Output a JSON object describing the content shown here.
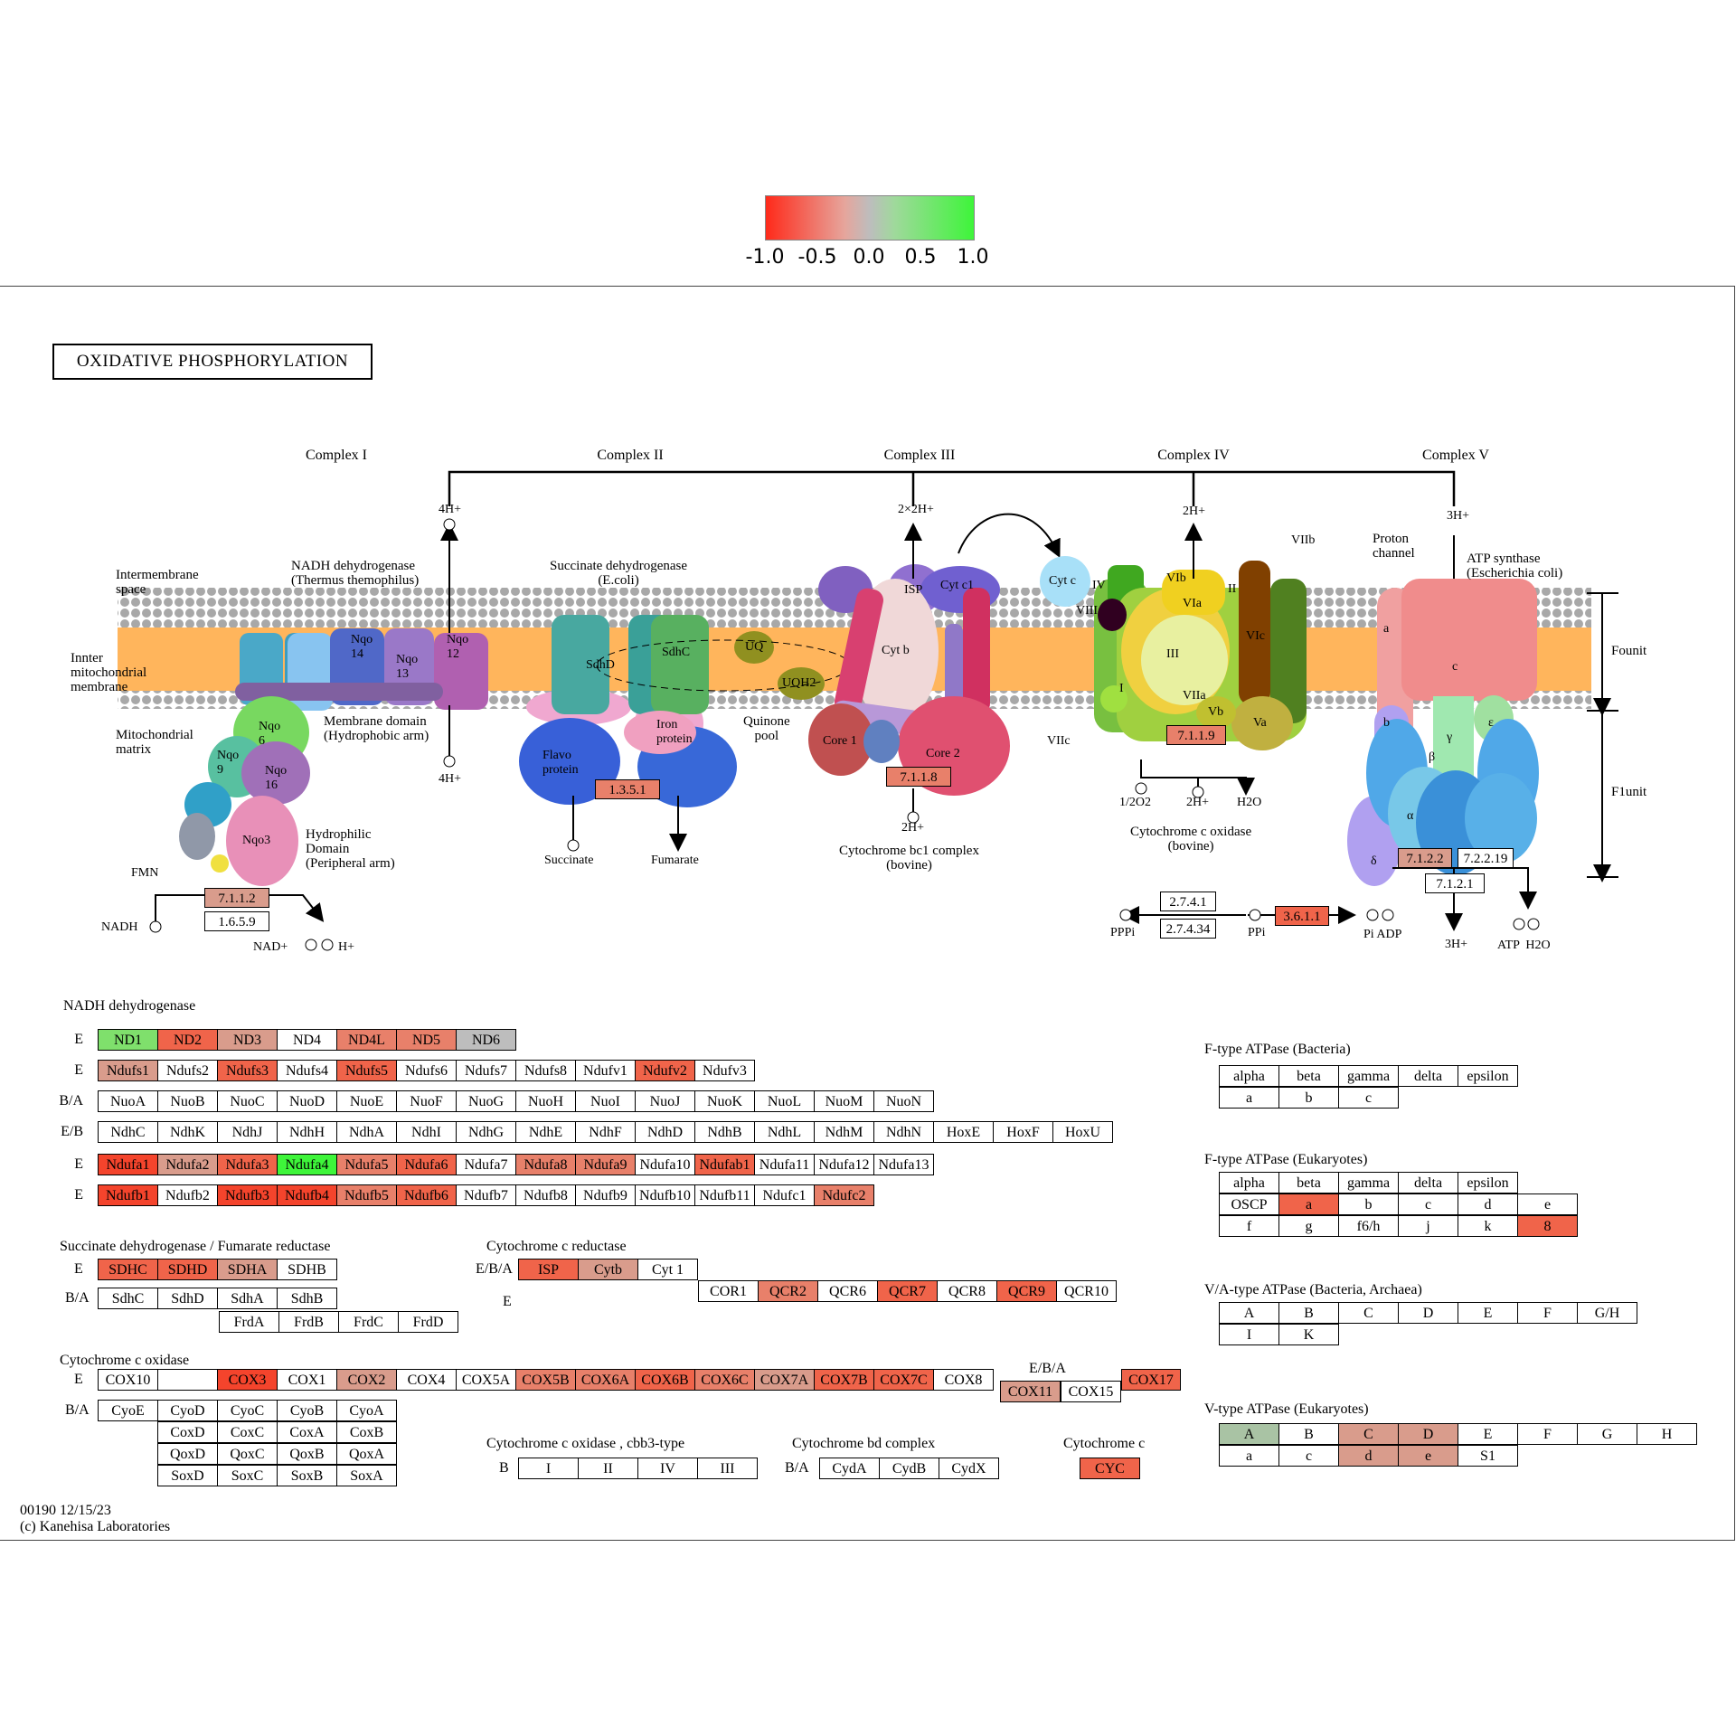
{
  "colors": {
    "strong_down": "#f4442c",
    "down": "#f0644a",
    "mild_down": "#e8806a",
    "weak_down": "#d99c8c",
    "neutral": "#bdbdbd",
    "weak_up": "#a9c3a4",
    "up": "#7fe06c",
    "strong_up": "#3ef53a",
    "none": "#ffffff"
  },
  "legend": {
    "ticks": [
      "-1.0",
      "-0.5",
      "0.0",
      "0.5",
      "1.0"
    ]
  },
  "title": "OXIDATIVE  PHOSPHORYLATION",
  "complexes": [
    "Complex I",
    "Complex II",
    "Complex III",
    "Complex IV",
    "Complex V"
  ],
  "diagram_labels": {
    "intermembrane": "Intermembrane\nspace",
    "inner_membrane": "Innter\nmitochondrial\nmembrane",
    "matrix": "Mitochondrial\nmatrix",
    "nadh_dehydrogenase": "NADH dehydrogenase\n(Thermus themophilus)",
    "membrane_domain": "Membrane domain\n(Hydrophobic arm)",
    "hydrophilic": "Hydrophilic\nDomain\n(Peripheral arm)",
    "succinate_dh": "Succinate dehydrogenase\n(E.coli)",
    "quinone_pool": "Quinone\npool",
    "cyt_bc1": "Cytochrome bc1 complex\n(bovine)",
    "cyt_c_oxidase": "Cytochrome c oxidase\n(bovine)",
    "proton_channel": "Proton\nchannel",
    "atp_synthase": "ATP synthase\n(Escherichia coli)",
    "fo_unit": "Founit",
    "f1_unit": "F1unit"
  },
  "diagram_small": {
    "h4": "4H+",
    "h4b": "4H+",
    "h2x2": "2×2H+",
    "h2": "2H+",
    "h3": "3H+",
    "h2b": "2H+",
    "h2c": "2H+",
    "h3b": "3H+",
    "fmn": "FMN",
    "nadh": "NADH",
    "nad": "NAD+",
    "h": "H+",
    "succinate": "Succinate",
    "fumarate": "Fumarate",
    "uq": "UQ",
    "uqh2": "UQH2",
    "o2": "1/2O2",
    "h2o": "H2O",
    "pppi": "PPPi",
    "ppi": "PPi",
    "pi_adp": "Pi ADP",
    "atp_h2o": "ATP  H2O",
    "cytc": "Cyt c",
    "isp": "ISP",
    "cytc1": "Cyt c1",
    "cytb": "Cyt b",
    "core1": "Core 1",
    "core2": "Core 2",
    "sdhd": "SdhD",
    "sdhc": "SdhC",
    "flavo": "Flavo\nprotein",
    "iron": "Iron\nprotein",
    "nqo3": "Nqo3",
    "nqo12": "Nqo\n12",
    "nqo13": "Nqo\n13",
    "nqo14": "Nqo\n14",
    "nqo16": "Nqo\n16",
    "nqo6": "Nqo\n6",
    "nqo9": "Nqo\n9",
    "viib": "VIIb",
    "viic": "VIIc",
    "via": "VIa",
    "vib": "VIb",
    "vic": "VIc",
    "iii": "III",
    "viia": "VIIa",
    "vb": "Vb",
    "va": "Va",
    "ii": "II",
    "iv": "IV",
    "viii": "VIII",
    "i": "I",
    "a": "a",
    "b": "b",
    "c": "c",
    "gamma": "γ",
    "epsilon": "ε",
    "beta": "β",
    "alpha": "α",
    "delta": "δ"
  },
  "ec_boxes": [
    {
      "text": "7.1.1.2",
      "color": "weak_down"
    },
    {
      "text": "1.6.5.9",
      "color": "none"
    },
    {
      "text": "1.3.5.1",
      "color": "mild_down"
    },
    {
      "text": "7.1.1.8",
      "color": "mild_down"
    },
    {
      "text": "7.1.1.9",
      "color": "mild_down"
    },
    {
      "text": "7.1.2.2",
      "color": "weak_down"
    },
    {
      "text": "7.2.2.19",
      "color": "none"
    },
    {
      "text": "7.1.2.1",
      "color": "none"
    },
    {
      "text": "2.7.4.1",
      "color": "none"
    },
    {
      "text": "2.7.4.34",
      "color": "none"
    },
    {
      "text": "3.6.1.1",
      "color": "down"
    }
  ],
  "nadh_section": {
    "title": "NADH dehydrogenase",
    "rows": [
      {
        "label": "E",
        "cells": [
          [
            "ND1",
            "up"
          ],
          [
            "ND2",
            "down"
          ],
          [
            "ND3",
            "weak_down"
          ],
          [
            "ND4",
            "none"
          ],
          [
            "ND4L",
            "mild_down"
          ],
          [
            "ND5",
            "mild_down"
          ],
          [
            "ND6",
            "neutral"
          ]
        ]
      },
      {
        "label": "E",
        "cells": [
          [
            "Ndufs1",
            "weak_down"
          ],
          [
            "Ndufs2",
            "none"
          ],
          [
            "Ndufs3",
            "down"
          ],
          [
            "Ndufs4",
            "none"
          ],
          [
            "Ndufs5",
            "down"
          ],
          [
            "Ndufs6",
            "none"
          ],
          [
            "Ndufs7",
            "none"
          ],
          [
            "Ndufs8",
            "none"
          ],
          [
            "Ndufv1",
            "none"
          ],
          [
            "Ndufv2",
            "down"
          ],
          [
            "Ndufv3",
            "none"
          ]
        ]
      },
      {
        "label": "B/A",
        "cells": [
          [
            "NuoA",
            "none"
          ],
          [
            "NuoB",
            "none"
          ],
          [
            "NuoC",
            "none"
          ],
          [
            "NuoD",
            "none"
          ],
          [
            "NuoE",
            "none"
          ],
          [
            "NuoF",
            "none"
          ],
          [
            "NuoG",
            "none"
          ],
          [
            "NuoH",
            "none"
          ],
          [
            "NuoI",
            "none"
          ],
          [
            "NuoJ",
            "none"
          ],
          [
            "NuoK",
            "none"
          ],
          [
            "NuoL",
            "none"
          ],
          [
            "NuoM",
            "none"
          ],
          [
            "NuoN",
            "none"
          ]
        ]
      },
      {
        "label": "E/B",
        "cells": [
          [
            "NdhC",
            "none"
          ],
          [
            "NdhK",
            "none"
          ],
          [
            "NdhJ",
            "none"
          ],
          [
            "NdhH",
            "none"
          ],
          [
            "NdhA",
            "none"
          ],
          [
            "NdhI",
            "none"
          ],
          [
            "NdhG",
            "none"
          ],
          [
            "NdhE",
            "none"
          ],
          [
            "NdhF",
            "none"
          ],
          [
            "NdhD",
            "none"
          ],
          [
            "NdhB",
            "none"
          ],
          [
            "NdhL",
            "none"
          ],
          [
            "NdhM",
            "none"
          ],
          [
            "NdhN",
            "none"
          ],
          [
            "HoxE",
            "none"
          ],
          [
            "HoxF",
            "none"
          ],
          [
            "HoxU",
            "none"
          ]
        ]
      },
      {
        "label": "E",
        "cells": [
          [
            "Ndufa1",
            "strong_down"
          ],
          [
            "Ndufa2",
            "weak_down"
          ],
          [
            "Ndufa3",
            "down"
          ],
          [
            "Ndufa4",
            "strong_up"
          ],
          [
            "Ndufa5",
            "mild_down"
          ],
          [
            "Ndufa6",
            "down"
          ],
          [
            "Ndufa7",
            "none"
          ],
          [
            "Ndufa8",
            "mild_down"
          ],
          [
            "Ndufa9",
            "mild_down"
          ],
          [
            "Ndufa10",
            "none"
          ],
          [
            "Ndufab1",
            "down"
          ],
          [
            "Ndufa11",
            "none"
          ],
          [
            "Ndufa12",
            "none"
          ],
          [
            "Ndufa13",
            "none"
          ]
        ]
      },
      {
        "label": "E",
        "cells": [
          [
            "Ndufb1",
            "strong_down"
          ],
          [
            "Ndufb2",
            "none"
          ],
          [
            "Ndufb3",
            "strong_down"
          ],
          [
            "Ndufb4",
            "strong_down"
          ],
          [
            "Ndufb5",
            "mild_down"
          ],
          [
            "Ndufb6",
            "down"
          ],
          [
            "Ndufb7",
            "none"
          ],
          [
            "Ndufb8",
            "none"
          ],
          [
            "Ndufb9",
            "none"
          ],
          [
            "Ndufb10",
            "none"
          ],
          [
            "Ndufb11",
            "none"
          ],
          [
            "Ndufc1",
            "none"
          ],
          [
            "Ndufc2",
            "mild_down"
          ]
        ]
      }
    ]
  },
  "sdh_section": {
    "title": "Succinate dehydrogenase / Fumarate reductase",
    "row1": {
      "label": "E",
      "cells": [
        [
          "SDHC",
          "down"
        ],
        [
          "SDHD",
          "down"
        ],
        [
          "SDHA",
          "weak_down"
        ],
        [
          "SDHB",
          "none"
        ]
      ]
    },
    "row2": {
      "label": "B/A",
      "cells": [
        [
          "SdhC",
          "none"
        ],
        [
          "SdhD",
          "none"
        ],
        [
          "SdhA",
          "none"
        ],
        [
          "SdhB",
          "none"
        ]
      ]
    },
    "row3": {
      "cells": [
        [
          "FrdA",
          "none"
        ],
        [
          "FrdB",
          "none"
        ],
        [
          "FrdC",
          "none"
        ],
        [
          "FrdD",
          "none"
        ]
      ]
    }
  },
  "cytc_reductase": {
    "title": "Cytochrome c reductase",
    "label1": "E/B/A",
    "row1": [
      [
        "ISP",
        "down"
      ],
      [
        "Cytb",
        "weak_down"
      ],
      [
        "Cyt 1",
        "none"
      ]
    ],
    "label2": "E",
    "row2": [
      [
        "COR1",
        "none"
      ],
      [
        "QCR2",
        "mild_down"
      ],
      [
        "QCR6",
        "none"
      ],
      [
        "QCR7",
        "down"
      ],
      [
        "QCR8",
        "none"
      ],
      [
        "QCR9",
        "down"
      ],
      [
        "QCR10",
        "none"
      ]
    ]
  },
  "cox_section": {
    "title": "Cytochrome c oxidase",
    "label1": "E",
    "row1": [
      [
        "COX10",
        "none"
      ],
      [
        "",
        "none"
      ],
      [
        "COX3",
        "strong_down"
      ],
      [
        "COX1",
        "none"
      ],
      [
        "COX2",
        "weak_down"
      ],
      [
        "COX4",
        "none"
      ],
      [
        "COX5A",
        "none"
      ],
      [
        "COX5B",
        "mild_down"
      ],
      [
        "COX6A",
        "mild_down"
      ],
      [
        "COX6B",
        "down"
      ],
      [
        "COX6C",
        "mild_down"
      ],
      [
        "COX7A",
        "weak_down"
      ],
      [
        "COX7B",
        "down"
      ],
      [
        "COX7C",
        "down"
      ],
      [
        "COX8",
        "none"
      ]
    ],
    "eba_label": "E/B/A",
    "cox17": [
      "COX17",
      "down"
    ],
    "cox11": [
      "COX11",
      "weak_down"
    ],
    "cox15": [
      "COX15",
      "none"
    ],
    "label2": "B/A",
    "grid": [
      [
        [
          "CyoE",
          "none"
        ],
        [
          "CyoD",
          "none"
        ],
        [
          "CyoC",
          "none"
        ],
        [
          "CyoB",
          "none"
        ],
        [
          "CyoA",
          "none"
        ]
      ],
      [
        [
          "",
          "blank"
        ],
        [
          "CoxD",
          "none"
        ],
        [
          "CoxC",
          "none"
        ],
        [
          "CoxA",
          "none"
        ],
        [
          "CoxB",
          "none"
        ]
      ],
      [
        [
          "",
          "blank"
        ],
        [
          "QoxD",
          "none"
        ],
        [
          "QoxC",
          "none"
        ],
        [
          "QoxB",
          "none"
        ],
        [
          "QoxA",
          "none"
        ]
      ],
      [
        [
          "",
          "blank"
        ],
        [
          "SoxD",
          "none"
        ],
        [
          "SoxC",
          "none"
        ],
        [
          "SoxB",
          "none"
        ],
        [
          "SoxA",
          "none"
        ]
      ]
    ]
  },
  "cbb3": {
    "title": "Cytochrome c oxidase , cbb3-type",
    "label": "B",
    "cells": [
      [
        "I",
        "none"
      ],
      [
        "II",
        "none"
      ],
      [
        "IV",
        "none"
      ],
      [
        "III",
        "none"
      ]
    ]
  },
  "bd": {
    "title": "Cytochrome bd complex",
    "label": "B/A",
    "cells": [
      [
        "CydA",
        "none"
      ],
      [
        "CydB",
        "none"
      ],
      [
        "CydX",
        "none"
      ]
    ]
  },
  "cytc": {
    "title": "Cytochrome c",
    "cell": [
      "CYC",
      "down"
    ]
  },
  "f_bact": {
    "title": "F-type ATPase (Bacteria)",
    "row1": [
      [
        "alpha",
        "none"
      ],
      [
        "beta",
        "none"
      ],
      [
        "gamma",
        "none"
      ],
      [
        "delta",
        "none"
      ],
      [
        "epsilon",
        "none"
      ]
    ],
    "row2": [
      [
        "a",
        "none"
      ],
      [
        "b",
        "none"
      ],
      [
        "c",
        "none"
      ]
    ]
  },
  "f_euk": {
    "title": "F-type ATPase (Eukaryotes)",
    "row1": [
      [
        "alpha",
        "none"
      ],
      [
        "beta",
        "none"
      ],
      [
        "gamma",
        "none"
      ],
      [
        "delta",
        "none"
      ],
      [
        "epsilon",
        "none"
      ]
    ],
    "row2": [
      [
        "OSCP",
        "none"
      ],
      [
        "a",
        "down"
      ],
      [
        "b",
        "none"
      ],
      [
        "c",
        "none"
      ],
      [
        "d",
        "none"
      ],
      [
        "e",
        "none"
      ]
    ],
    "row3": [
      [
        "f",
        "none"
      ],
      [
        "g",
        "none"
      ],
      [
        "f6/h",
        "none"
      ],
      [
        "j",
        "none"
      ],
      [
        "k",
        "none"
      ],
      [
        "8",
        "down"
      ]
    ]
  },
  "va_type": {
    "title": "V/A-type ATPase (Bacteria, Archaea)",
    "row1": [
      [
        "A",
        "none"
      ],
      [
        "B",
        "none"
      ],
      [
        "C",
        "none"
      ],
      [
        "D",
        "none"
      ],
      [
        "E",
        "none"
      ],
      [
        "F",
        "none"
      ],
      [
        "G/H",
        "none"
      ]
    ],
    "row2": [
      [
        "I",
        "none"
      ],
      [
        "K",
        "none"
      ]
    ]
  },
  "v_type": {
    "title": "V-type ATPase (Eukaryotes)",
    "row1": [
      [
        "A",
        "weak_up"
      ],
      [
        "B",
        "none"
      ],
      [
        "C",
        "weak_down"
      ],
      [
        "D",
        "weak_down"
      ],
      [
        "E",
        "none"
      ],
      [
        "F",
        "none"
      ],
      [
        "G",
        "none"
      ],
      [
        "H",
        "none"
      ]
    ],
    "row2": [
      [
        "a",
        "none"
      ],
      [
        "c",
        "none"
      ],
      [
        "d",
        "weak_down"
      ],
      [
        "e",
        "weak_down"
      ],
      [
        "S1",
        "none"
      ]
    ]
  },
  "footer": {
    "line1": "00190 12/15/23",
    "line2": "(c) Kanehisa Laboratories"
  }
}
